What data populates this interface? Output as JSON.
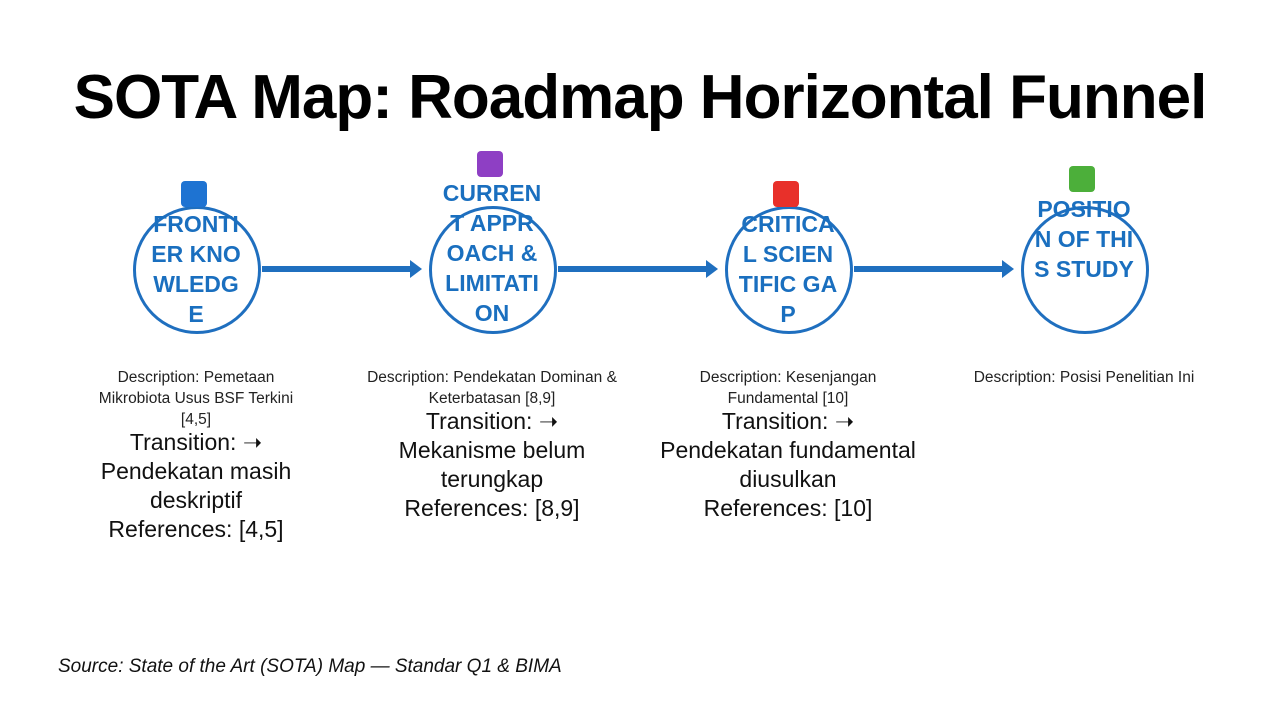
{
  "title": "SOTA Map: Roadmap Horizontal Funnel",
  "stages": [
    {
      "icon": "blue-square-icon",
      "color": "#1e73d2",
      "label": "FRONTIER KNOWLEDGE",
      "description": "Description: Pemetaan Mikrobiota Usus BSF Terkini [4,5]",
      "transition": "Transition: ➝ Pendekatan masih deskriptif",
      "references": "References: [4,5]"
    },
    {
      "icon": "purple-square-icon",
      "color": "#8e3fc4",
      "label": "CURRENT APPROACH & LIMITATION",
      "description": "Description: Pendekatan Dominan & Keterbatasan [8,9]",
      "transition": "Transition: ➝ Mekanisme belum terungkap",
      "references": "References: [8,9]"
    },
    {
      "icon": "red-square-icon",
      "color": "#e8302a",
      "label": "CRITICAL SCIENTIFIC GAP",
      "description": "Description: Kesenjangan Fundamental [10]",
      "transition": "Transition: ➝ Pendekatan fundamental diusulkan",
      "references": "References: [10]"
    },
    {
      "icon": "green-square-icon",
      "color": "#4caf3a",
      "label": "POSITION OF THIS STUDY",
      "description": "Description: Posisi Penelitian Ini",
      "transition": "",
      "references": ""
    }
  ],
  "source": "Source: State of the Art (SOTA) Map — Standar Q1 & BIMA"
}
